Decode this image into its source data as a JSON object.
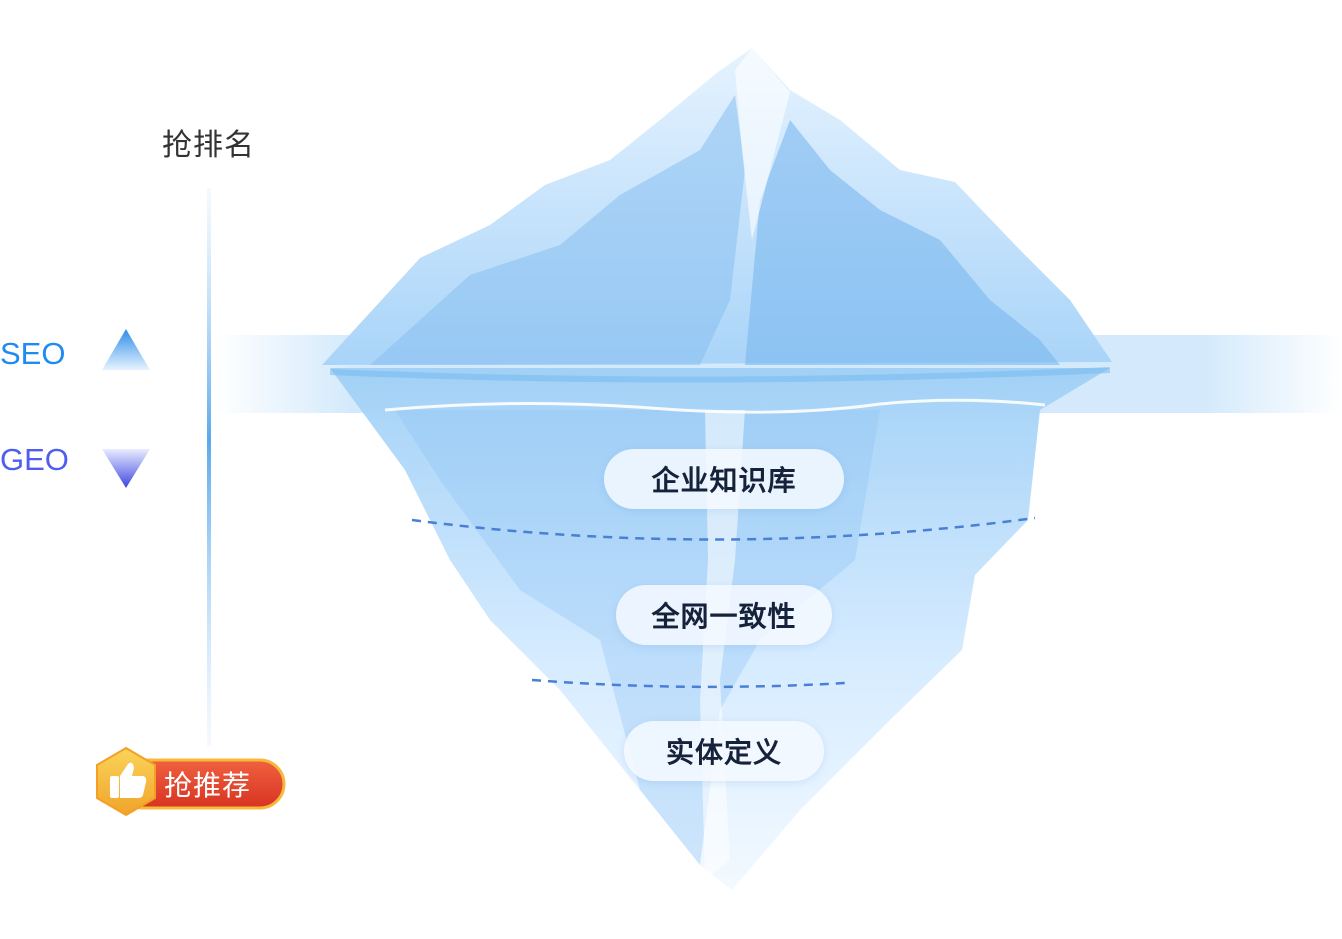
{
  "left_axis": {
    "title": "抢排名",
    "upper_label": "SEO",
    "lower_label": "GEO",
    "badge_label": "抢推荐"
  },
  "iceberg_layers": [
    {
      "label": "企业知识库"
    },
    {
      "label": "全网一致性"
    },
    {
      "label": "实体定义"
    }
  ],
  "colors": {
    "seo_blue": "#1f8bf0",
    "geo_indigo": "#4f5ef0",
    "ice_light": "#dcefff",
    "ice_mid": "#9ccdf6",
    "ice_deep": "#6aaeea",
    "dashed_line": "#4a7fd6",
    "badge_red": "#e8432f",
    "badge_gold": "#f9c23c"
  },
  "icons": {
    "up_arrow": "triangle-up-icon",
    "down_arrow": "triangle-down-icon",
    "badge": "thumbs-up-icon"
  }
}
